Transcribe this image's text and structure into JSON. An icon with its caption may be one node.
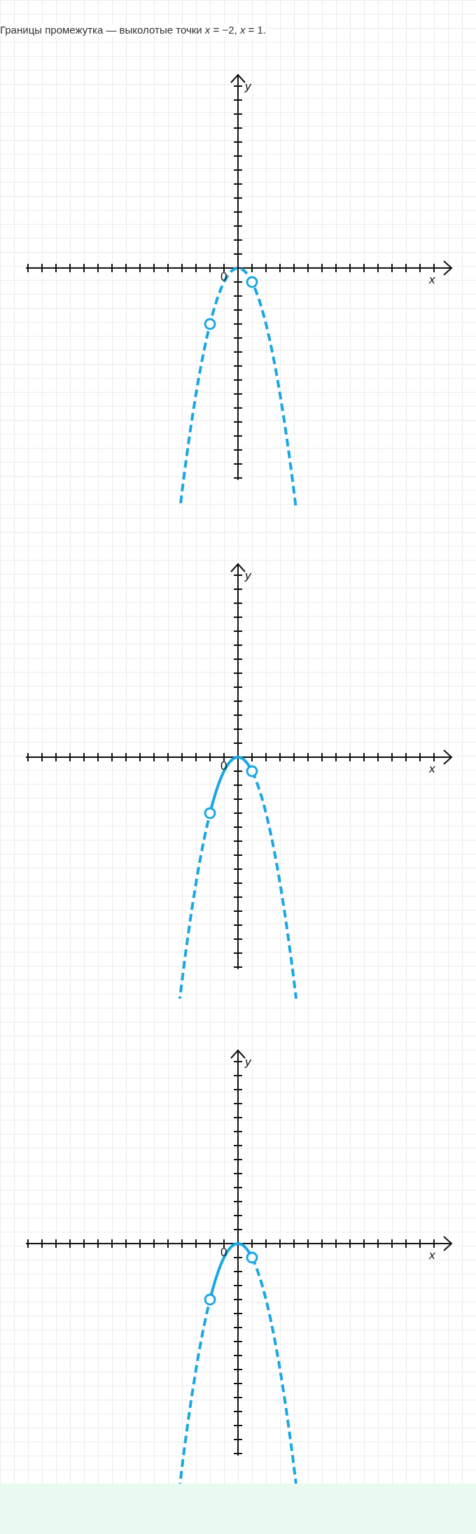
{
  "diagram": {
    "title": "Границы промежутка — выколотые точки *x* = −2, *x* = 1.",
    "labels": [
      "y",
      "0",
      "x",
      "y",
      "0",
      "x",
      "y",
      "0",
      "x"
    ]
  }
}
